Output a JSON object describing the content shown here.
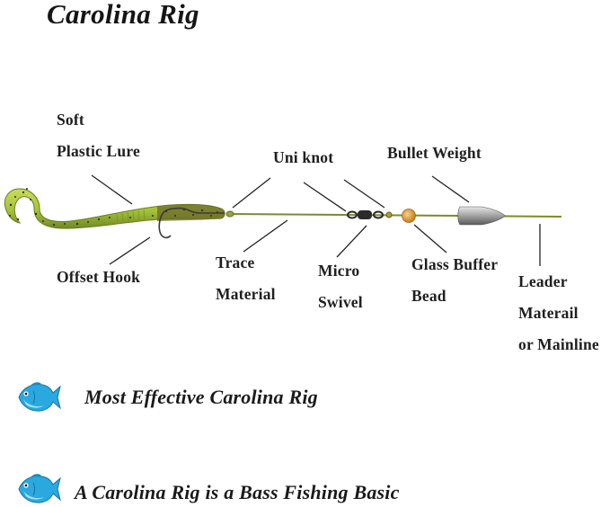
{
  "title": "Carolina Rig",
  "labels": {
    "soft_plastic_lure": [
      "Soft",
      "Plastic Lure"
    ],
    "offset_hook": "Offset Hook",
    "uni_knot": "Uni knot",
    "bullet_weight": "Bullet Weight",
    "trace_material": [
      "Trace",
      "Material"
    ],
    "micro_swivel": [
      "Micro",
      "Swivel"
    ],
    "glass_buffer_bead": [
      "Glass Buffer",
      "Bead"
    ],
    "leader_material": [
      "Leader",
      "Materail",
      "or Mainline"
    ]
  },
  "taglines": [
    "Most Effective Carolina Rig",
    "A Carolina Rig is a Bass Fishing Basic"
  ],
  "colors": {
    "line": "#7e8a2a",
    "lure": "#a6c23a",
    "lure_dark": "#5c6c1c",
    "bead": "#e0a546",
    "weight": "#9a9a9a",
    "fish_blue": "#2aa9e0",
    "fish_light": "#7fd3f5"
  },
  "icons": [
    "fish-icon",
    "fish-icon"
  ]
}
